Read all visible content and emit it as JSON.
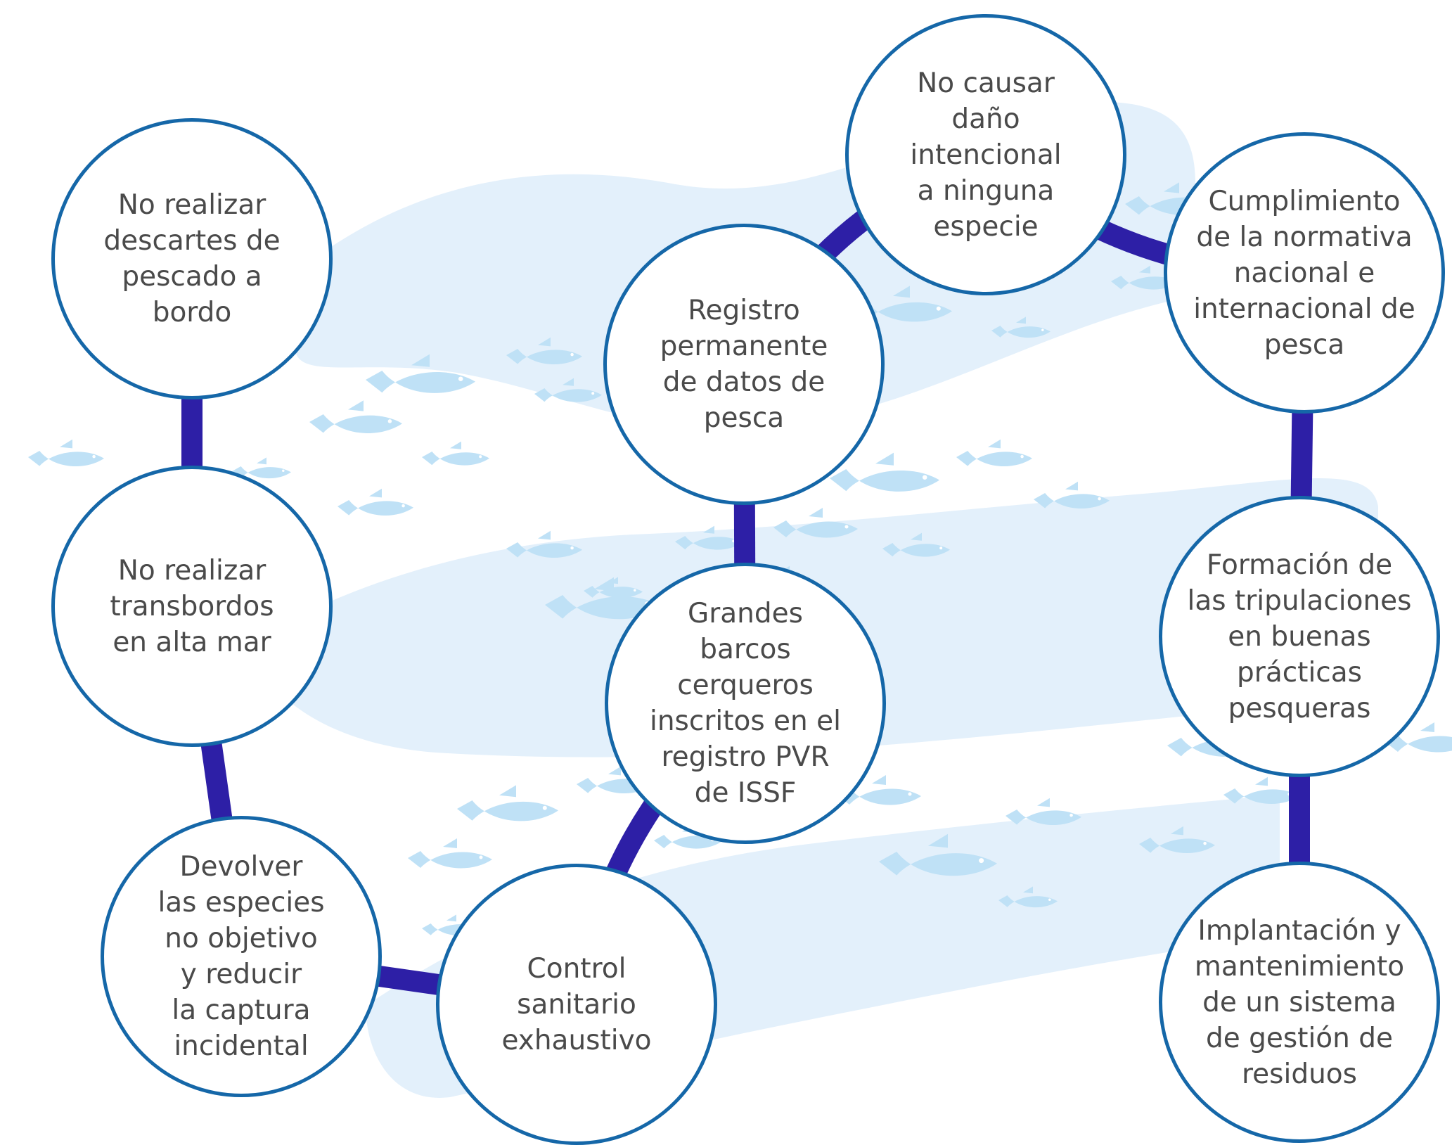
{
  "colors": {
    "node_border": "#1567a8",
    "connector": "#2d1fa6",
    "wave": "#e3f0fb",
    "fish": "#bfe1f6",
    "text": "#4a4a4a"
  },
  "nodes": [
    {
      "id": "n1",
      "label": "No realizar\ndescartes de\npescado a\nbordo"
    },
    {
      "id": "n2",
      "label": "No realizar\ntransbordos\nen alta mar"
    },
    {
      "id": "n3",
      "label": "Devolver\nlas especies\nno objetivo\ny reducir\nla captura\nincidental"
    },
    {
      "id": "n4",
      "label": "Control\nsanitario\nexhaustivo"
    },
    {
      "id": "n5",
      "label": "Grandes\nbarcos\ncerqueros\ninscritos en el\nregistro PVR\nde ISSF"
    },
    {
      "id": "n6",
      "label": "Registro\npermanente\nde datos de\npesca"
    },
    {
      "id": "n7",
      "label": "No causar\ndaño\nintencional\na ninguna\nespecie"
    },
    {
      "id": "n8",
      "label": "Cumplimiento\nde la normativa\nnacional e\ninternacional de\npesca"
    },
    {
      "id": "n9",
      "label": "Formación de\nlas tripulaciones\nen buenas\nprácticas\npesqueras"
    },
    {
      "id": "n10",
      "label": "Implantación y\nmantenimiento\nde un sistema\nde gestión de\nresiduos"
    }
  ],
  "edges": [
    [
      "n1",
      "n2"
    ],
    [
      "n2",
      "n3"
    ],
    [
      "n3",
      "n4"
    ],
    [
      "n4",
      "n5"
    ],
    [
      "n5",
      "n6"
    ],
    [
      "n6",
      "n7"
    ],
    [
      "n7",
      "n8"
    ],
    [
      "n8",
      "n9"
    ],
    [
      "n9",
      "n10"
    ]
  ]
}
